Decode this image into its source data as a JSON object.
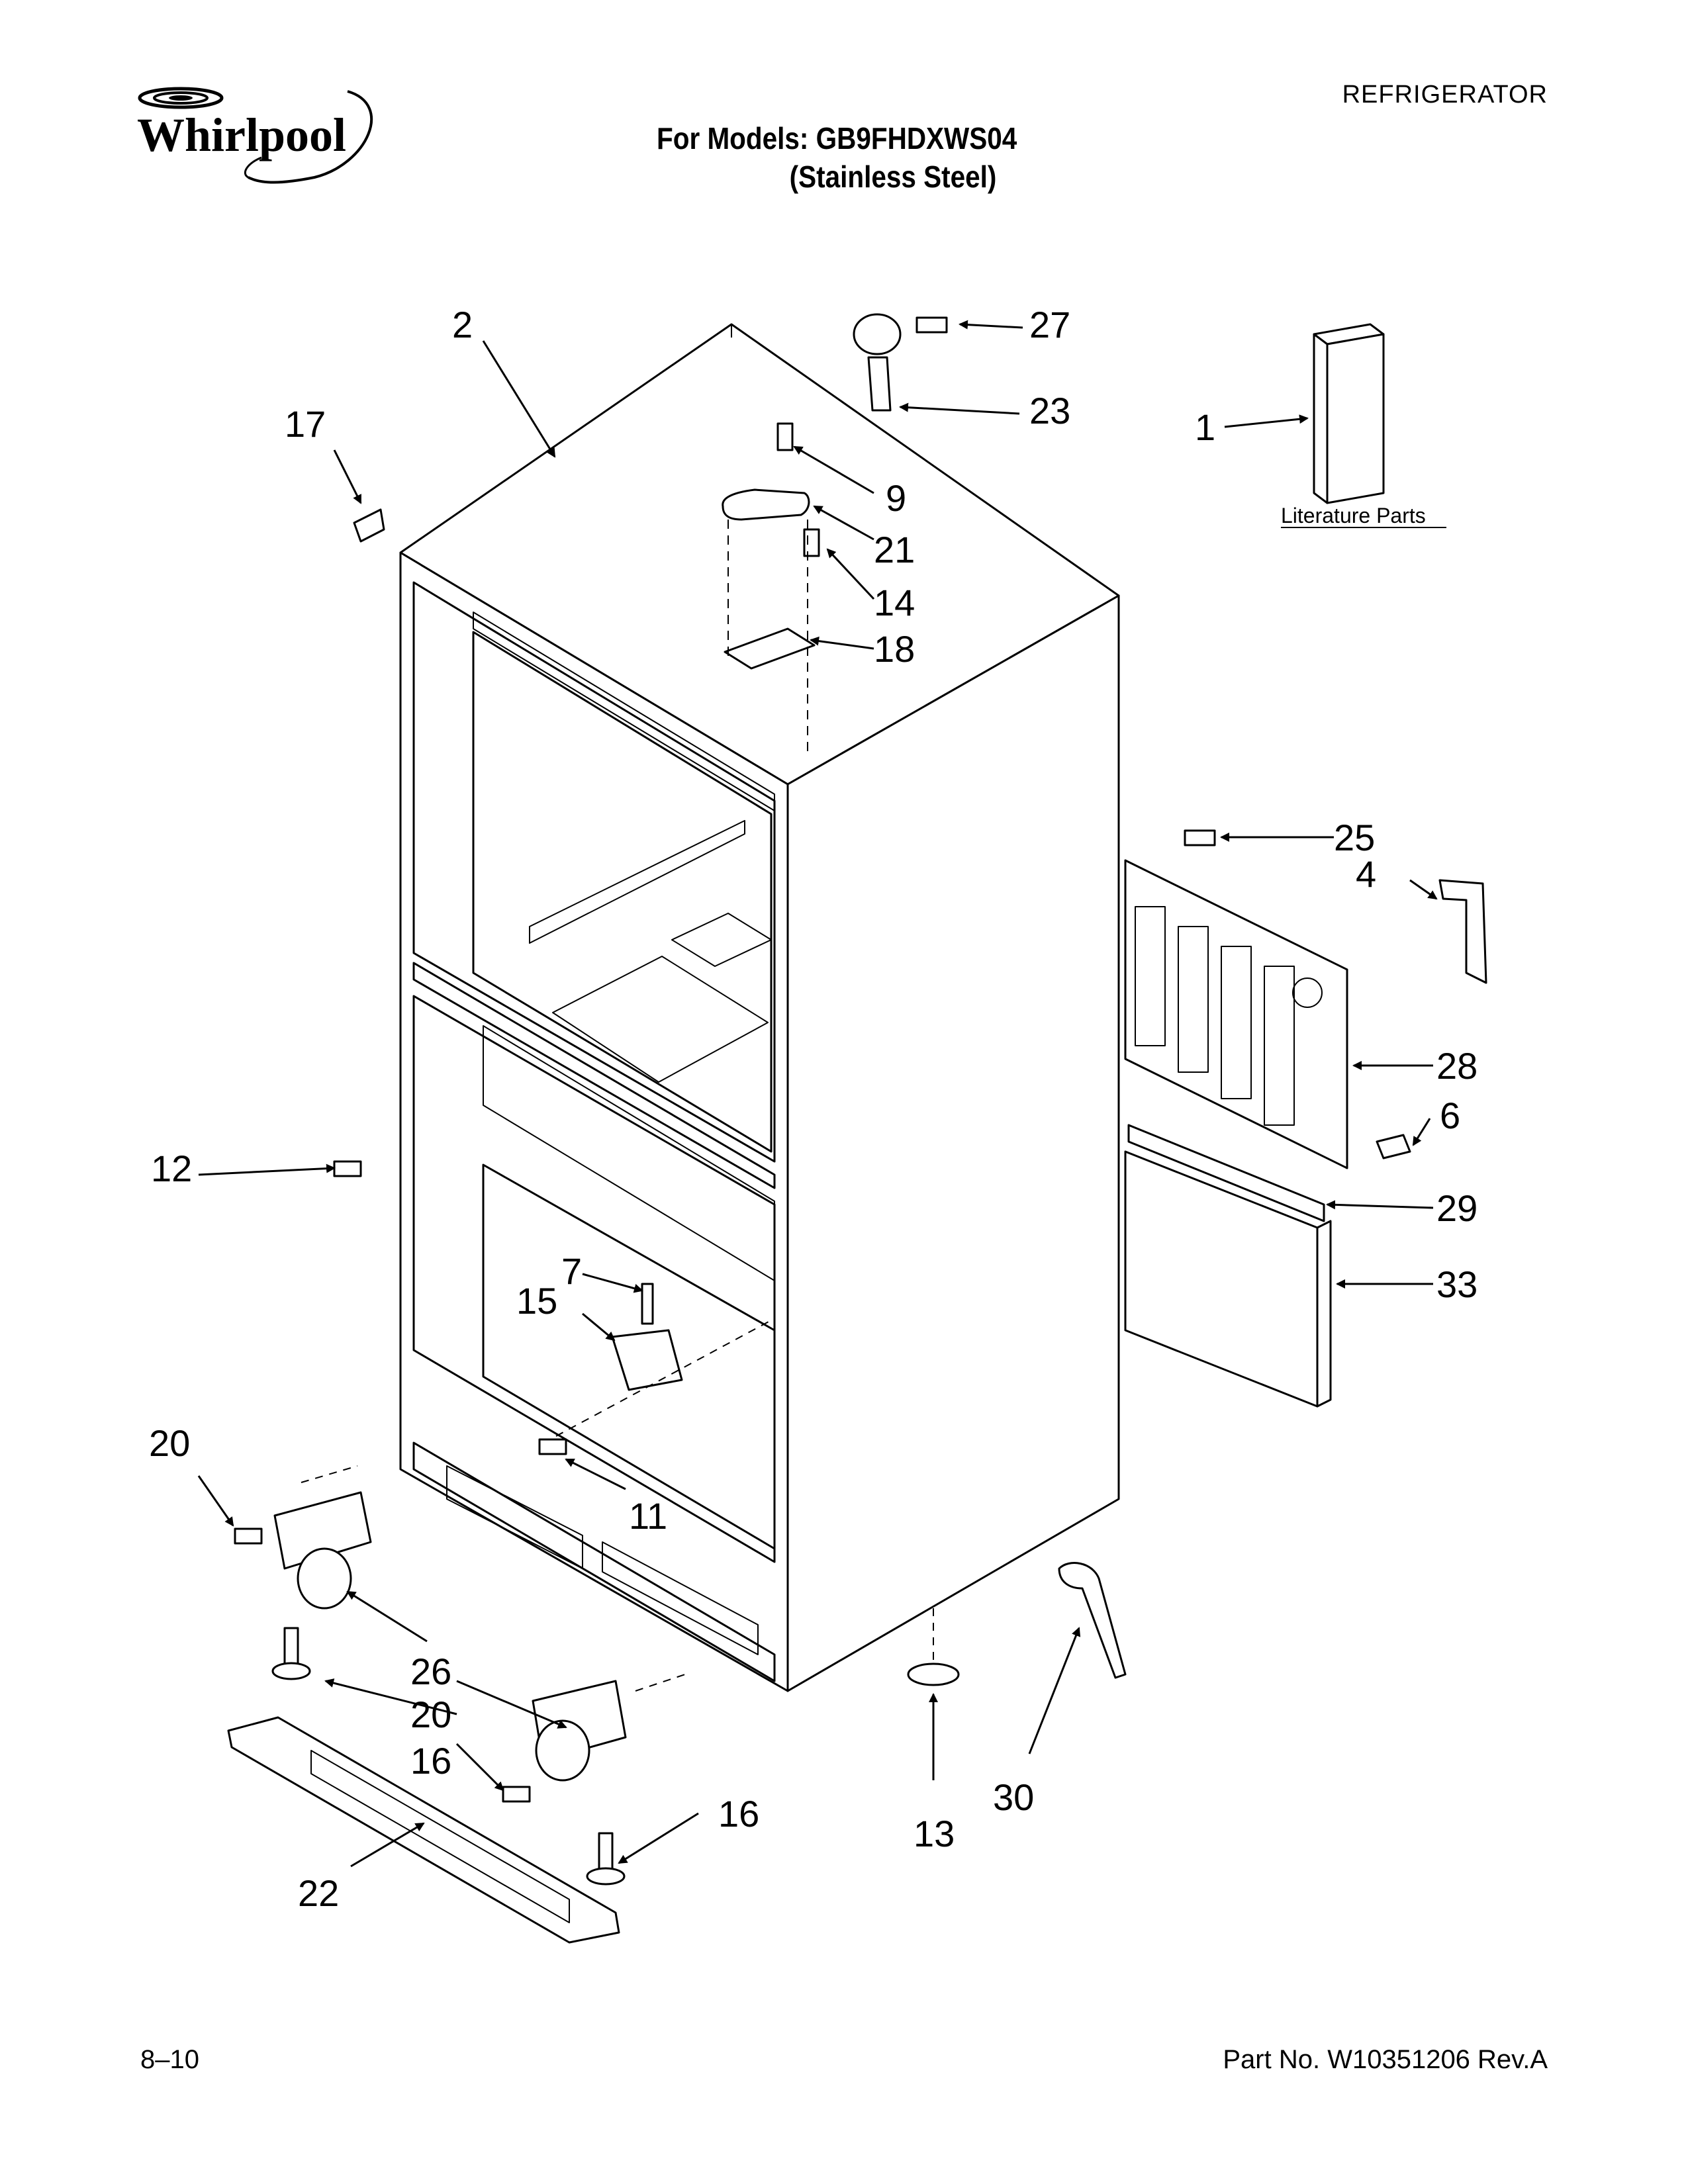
{
  "brand": "Whirlpool",
  "category": "REFRIGERATOR",
  "models_line": "For Models: GB9FHDXWS04",
  "finish_line": "(Stainless Steel)",
  "literature_label": "Literature Parts",
  "callouts": {
    "c1": "1",
    "c2": "2",
    "c4": "4",
    "c6": "6",
    "c7": "7",
    "c9": "9",
    "c11": "11",
    "c12": "12",
    "c13": "13",
    "c14": "14",
    "c15": "15",
    "c16a": "16",
    "c16b": "16",
    "c17": "17",
    "c18": "18",
    "c20a": "20",
    "c20b": "20",
    "c21": "21",
    "c22": "22",
    "c23": "23",
    "c25": "25",
    "c26": "26",
    "c27": "27",
    "c28": "28",
    "c29": "29",
    "c30": "30",
    "c33": "33"
  },
  "footer": {
    "date": "8–10",
    "part_no": "Part No. W10351206 Rev.A"
  }
}
